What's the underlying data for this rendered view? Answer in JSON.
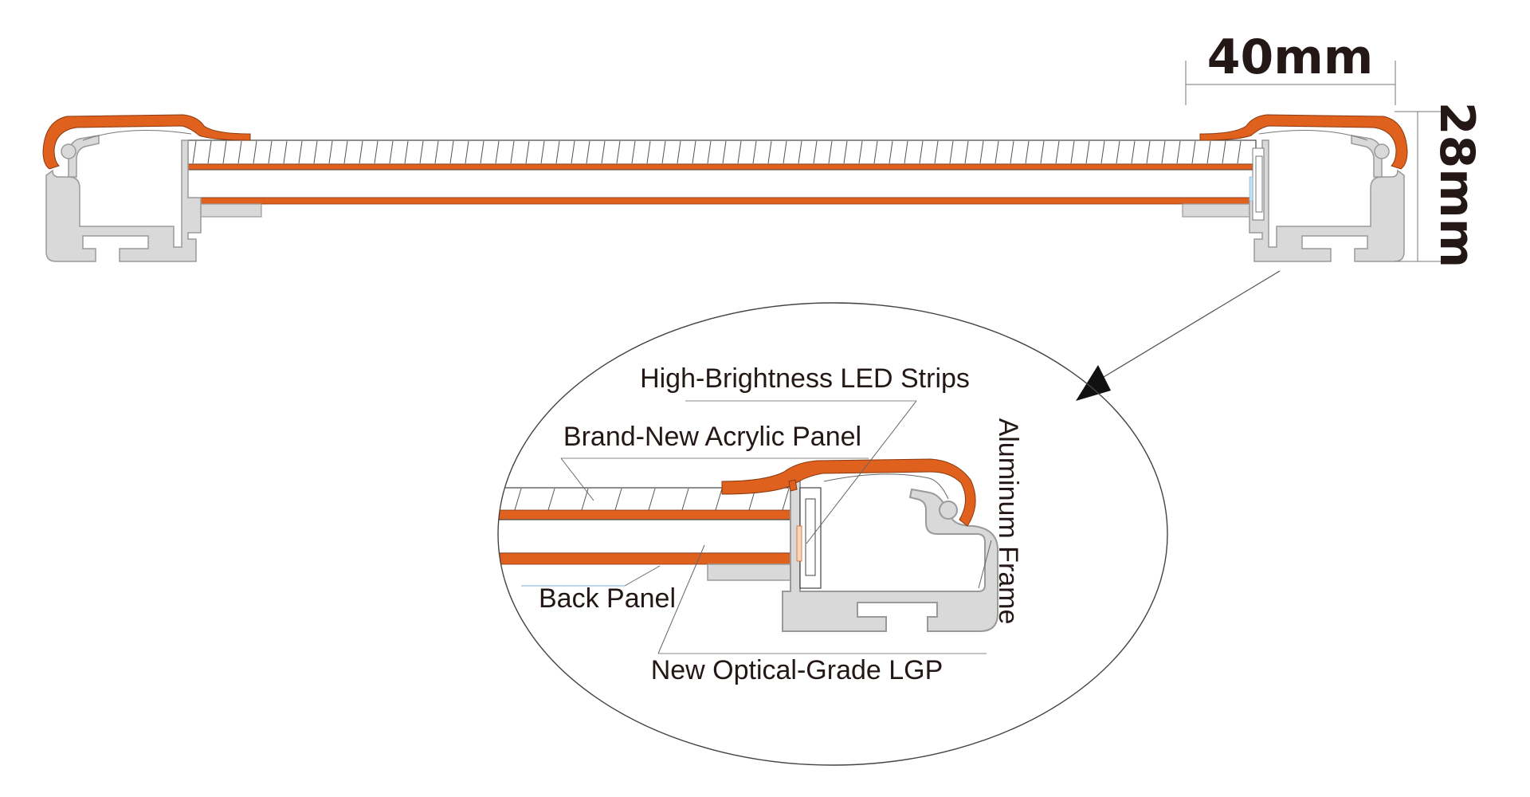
{
  "dimensions": {
    "width_label": "40mm",
    "height_label": "28mm"
  },
  "callouts": {
    "led_strips": "High-Brightness LED Strips",
    "acrylic_panel": "Brand-New Acrylic Panel",
    "aluminum_frame": "Aluminum Frame",
    "back_panel": "Back Panel",
    "lgp": "New Optical-Grade LGP"
  },
  "colors": {
    "orange": "#E0601E",
    "aluminum_fill": "#D9D9D9",
    "aluminum_stroke": "#9A9A9A",
    "line": "#444444",
    "text": "#231815"
  }
}
